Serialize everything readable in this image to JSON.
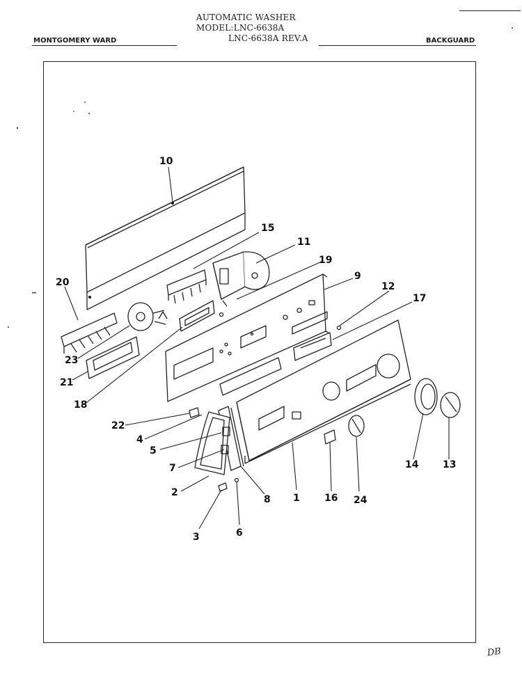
{
  "header": {
    "title_line1": "AUTOMATIC WASHER",
    "title_line2": "MODEL:LNC-6638A",
    "title_line3": "LNC-6638A REV.A",
    "left_label": "MONTGOMERY WARD",
    "right_label": "BACKGUARD"
  },
  "callouts": [
    "10",
    "15",
    "11",
    "19",
    "9",
    "12",
    "17",
    "20",
    "23",
    "21",
    "18",
    "22",
    "4",
    "5",
    "7",
    "2",
    "3",
    "6",
    "8",
    "1",
    "16",
    "24",
    "14",
    "13"
  ],
  "handwritten_note": "DB"
}
